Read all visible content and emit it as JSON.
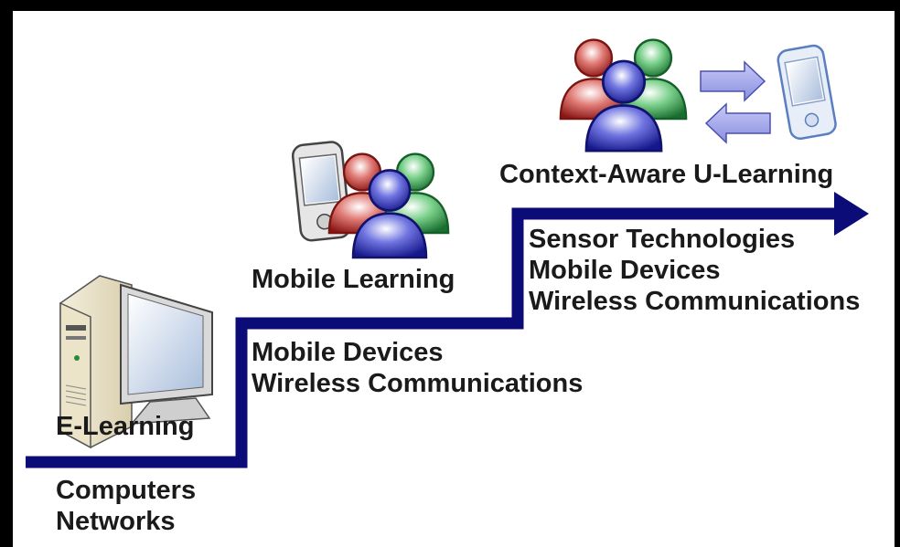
{
  "stages": [
    {
      "title": "E-Learning",
      "technologies": [
        "Computers",
        "Networks"
      ]
    },
    {
      "title": "Mobile Learning",
      "technologies": [
        "Mobile Devices",
        "Wireless Communications"
      ]
    },
    {
      "title": "Context-Aware U-Learning",
      "technologies": [
        "Sensor Technologies",
        "Mobile Devices",
        "Wireless Communications"
      ]
    }
  ],
  "icons": {
    "stage1": "desktop-computer-icon",
    "stage2": [
      "pda-device-icon",
      "user-group-icon"
    ],
    "stage3": [
      "user-group-icon",
      "exchange-arrows-icon",
      "pda-device-icon"
    ]
  },
  "colors": {
    "staircase": "#0c0c78",
    "person_red": "#c0302c",
    "person_green": "#2e9a4a",
    "person_blue": "#2a2fa8",
    "frame": "#000000"
  }
}
